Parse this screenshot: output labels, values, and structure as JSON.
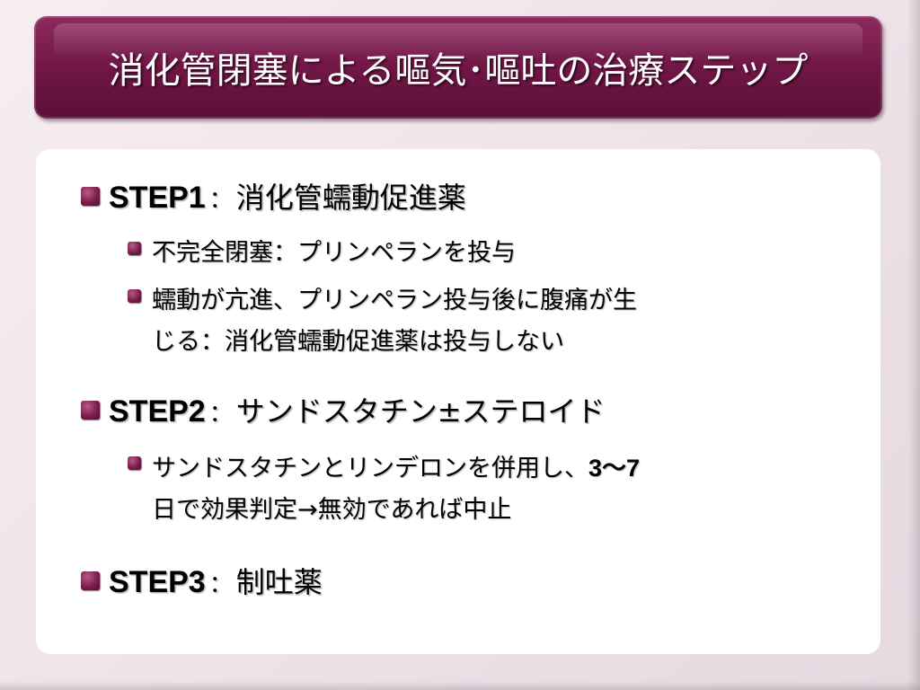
{
  "slide": {
    "title": "消化管閉塞による嘔気･嘔吐の治療ステップ",
    "items": [
      {
        "step": "STEP1",
        "separator": "：",
        "label": "消化管蠕動促進薬",
        "subitems": [
          {
            "text": "不完全閉塞：プリンペランを投与"
          },
          {
            "line1": "蠕動が亢進、プリンペラン投与後に腹痛が生",
            "line2": "じる：消化管蠕動促進薬は投与しない"
          }
        ]
      },
      {
        "step": "STEP2",
        "separator": "：",
        "label": "サンドスタチン±ステロイド",
        "subitems": [
          {
            "line1_text": "サンドスタチンとリンデロンを併用し、",
            "line1_num": "3～7",
            "line2": "日で効果判定→無効であれば中止"
          }
        ]
      },
      {
        "step": "STEP3",
        "separator": "：",
        "label": "制吐薬"
      }
    ]
  },
  "colors": {
    "title_bar": "#6e1544",
    "bullet": "#7a1f4c",
    "text": "#000000",
    "title_text": "#ffffff"
  }
}
